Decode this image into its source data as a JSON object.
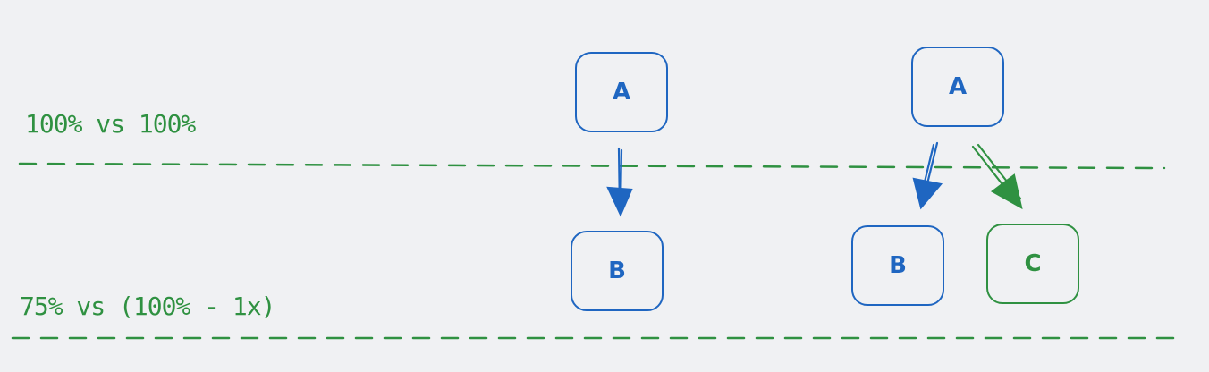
{
  "colors": {
    "background": "#f0f1f3",
    "blue": "#1f66c1",
    "green": "#2f9141"
  },
  "labels": {
    "top": "100% vs 100%",
    "bottom": "75% vs (100% - 1x)"
  },
  "left_group": {
    "node_a": "A",
    "node_b": "B"
  },
  "right_group": {
    "node_a": "A",
    "node_b": "B",
    "node_c": "C"
  }
}
